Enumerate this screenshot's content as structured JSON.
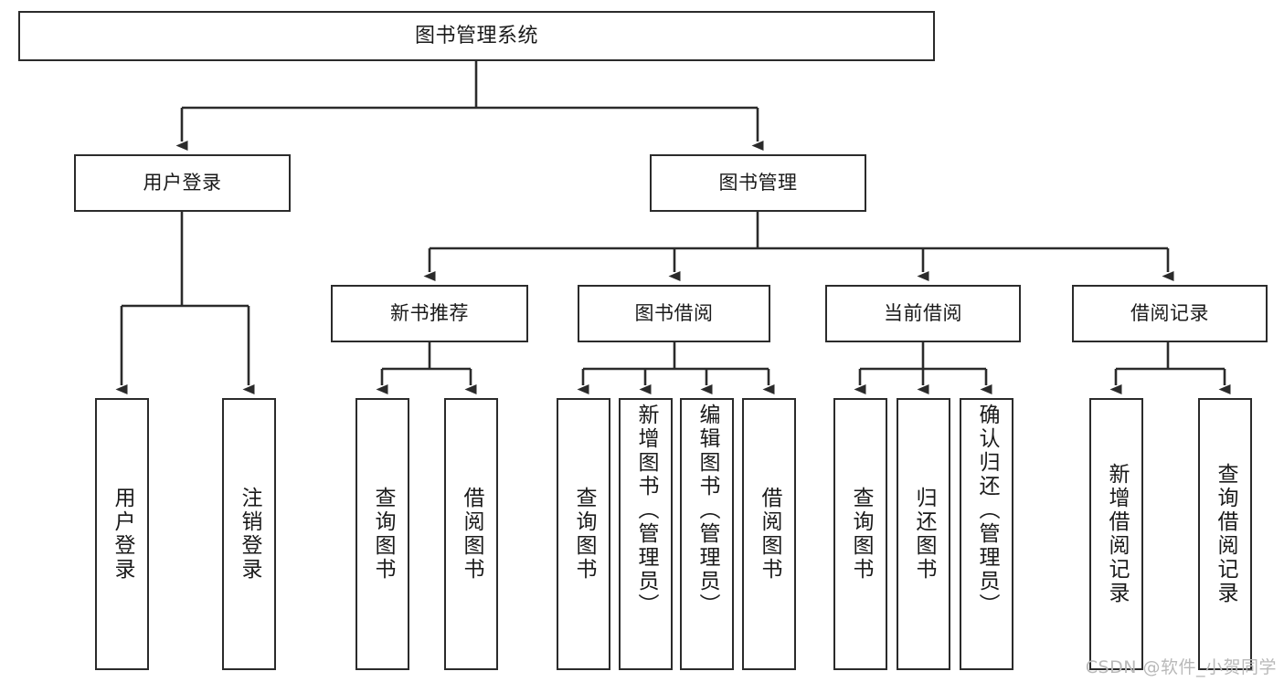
{
  "diagram": {
    "title": "图书管理系统",
    "type": "tree",
    "watermark": "CSDN @软件_小贺同学",
    "stroke_color": "#2b2b2b",
    "fill_color": "#ffffff",
    "text_color": "#1a1a1a",
    "nodes": {
      "root": {
        "label": "图书管理系统",
        "level": 0
      },
      "l1_user_login": {
        "label": "用户登录",
        "level": 1
      },
      "l1_book_mgmt": {
        "label": "图书管理",
        "level": 1
      },
      "l2_new_book_rec": {
        "label": "新书推荐",
        "level": 2
      },
      "l2_book_borrow": {
        "label": "图书借阅",
        "level": 2
      },
      "l2_current_borrow": {
        "label": "当前借阅",
        "level": 2
      },
      "l2_borrow_record": {
        "label": "借阅记录",
        "level": 2
      },
      "leaf_user_login": {
        "label": "用户登录",
        "level": 3,
        "parent": "用户登录"
      },
      "leaf_logout_login": {
        "label": "注销登录",
        "level": 3,
        "parent": "用户登录"
      },
      "leaf_query_book_1": {
        "label": "查询图书",
        "level": 3,
        "parent": "新书推荐"
      },
      "leaf_borrow_book_1": {
        "label": "借阅图书",
        "level": 3,
        "parent": "新书推荐"
      },
      "leaf_query_book_2": {
        "label": "查询图书",
        "level": 3,
        "parent": "图书借阅"
      },
      "leaf_add_book": {
        "label": "新增图书（管理员）",
        "level": 3,
        "parent": "图书借阅"
      },
      "leaf_edit_book": {
        "label": "编辑图书（管理员）",
        "level": 3,
        "parent": "图书借阅"
      },
      "leaf_borrow_book_2": {
        "label": "借阅图书",
        "level": 3,
        "parent": "图书借阅"
      },
      "leaf_query_book_3": {
        "label": "查询图书",
        "level": 3,
        "parent": "当前借阅"
      },
      "leaf_return_book": {
        "label": "归还图书",
        "level": 3,
        "parent": "当前借阅"
      },
      "leaf_confirm_return": {
        "label": "确认归还（管理员）",
        "level": 3,
        "parent": "当前借阅"
      },
      "leaf_add_record": {
        "label": "新增借阅记录",
        "level": 3,
        "parent": "借阅记录"
      },
      "leaf_query_record": {
        "label": "查询借阅记录",
        "level": 3,
        "parent": "借阅记录"
      }
    }
  }
}
